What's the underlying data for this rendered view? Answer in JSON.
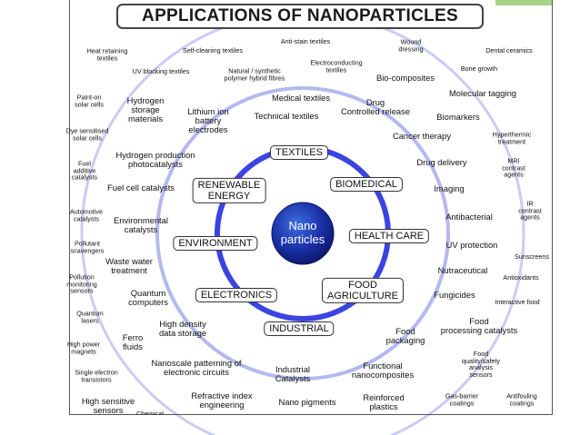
{
  "title": "APPLICATIONS OF NANOPARTICLES",
  "center": {
    "line1": "Nano",
    "line2": "particles"
  },
  "categories": {
    "textiles": "TEXTILES",
    "renewable1": "RENEWABLE",
    "renewable2": "ENERGY",
    "biomedical": "BIOMEDICAL",
    "environment": "ENVIRONMENT",
    "health_care": "HEALTH CARE",
    "electronics": "ELECTRONICS",
    "food1": "FOOD",
    "food2": "AGRICULTURE",
    "industrial": "INDUSTRIAL"
  },
  "applications": {
    "heat_retaining_1": "Heat retaining",
    "heat_retaining_2": "textiles",
    "self_cleaning": "Self-cleaning textiles",
    "anti_stain": "Anti-stain textiles",
    "wound_1": "Wound",
    "wound_2": "dressing",
    "dental": "Dental ceramics",
    "uv_blocking": "UV blocking textiles",
    "natural_1": "Natural / synthetic",
    "natural_2": "polymer hybrid fibres",
    "electroconducting_1": "Electroconducting",
    "electroconducting_2": "textiles",
    "bio_composites": "Bio-composites",
    "bone_growth": "Bone growth",
    "paint_1": "Paint-on",
    "paint_2": "solar cells",
    "hydrogen_1": "Hydrogen",
    "hydrogen_2": "storage",
    "hydrogen_3": "materials",
    "medical_textiles": "Medical textiles",
    "drug_1": "Drug",
    "drug_2": "Controlled release",
    "molecular": "Molecular tagging",
    "lithium_1": "Lithium ion",
    "lithium_2": "battery",
    "lithium_3": "electrodes",
    "technical_textiles": "Technical textiles",
    "biomarkers": "Biomarkers",
    "dye_1": "Dye sensitised",
    "dye_2": "solar cells",
    "cancer": "Cancer therapy",
    "hyper_1": "Hyperthermic",
    "hyper_2": "treatment",
    "fuel_additive_1": "Fuel",
    "fuel_additive_2": "additive",
    "fuel_additive_3": "catalysts",
    "h2prod_1": "Hydrogen production",
    "h2prod_2": "photocatalysts",
    "drug_delivery": "Drug delivery",
    "mri_1": "MRI",
    "mri_2": "contrast",
    "mri_3": "agents",
    "fuel_cell": "Fuel cell catalysts",
    "imaging": "Imaging",
    "automotive_1": "Automotive",
    "automotive_2": "catalysts",
    "env_cat_1": "Environmental",
    "env_cat_2": "catalysts",
    "antibacterial": "Antibacterial",
    "ir_1": "IR",
    "ir_2": "contrast",
    "ir_3": "agents",
    "pollutant_1": "Pollutant",
    "pollutant_2": "scavengers",
    "uv_protection": "UV protection",
    "sunscreens": "Sunscreens",
    "waste_1": "Waste water",
    "waste_2": "treatment",
    "nutraceutical": "Nutraceutical",
    "pollution_1": "Pollution",
    "pollution_2": "monitoring",
    "pollution_3": "sensors",
    "antioxidants": "Antioxidants",
    "quantum_comp_1": "Quantum",
    "quantum_comp_2": "computers",
    "fungicides": "Fungicides",
    "interactive_food": "Interactive food",
    "quantum_lasers_1": "Quantum",
    "quantum_lasers_2": "lasers",
    "high_density_1": "High density",
    "high_density_2": "data storage",
    "food_pack_1": "Food",
    "food_pack_2": "packaging",
    "food_proc_1": "Food",
    "food_proc_2": "processing catalysts",
    "ferro_1": "Ferro",
    "ferro_2": "fluids",
    "high_power_1": "High power",
    "high_power_2": "magnets",
    "food_quality_1": "Food",
    "food_quality_2": "quality/safety",
    "food_quality_3": "analysis",
    "food_quality_4": "sensors",
    "nanoscale_1": "Nanoscale patterning of",
    "nanoscale_2": "electronic circuits",
    "industrial_cat_1": "Industrial",
    "industrial_cat_2": "Catalysts",
    "functional_1": "Functional",
    "functional_2": "nanocomposites",
    "single_electron_1": "Single electron",
    "single_electron_2": "transistors",
    "refractive_1": "Refractive index",
    "refractive_2": "engineering",
    "nano_pigments": "Nano pigments",
    "reinforced_1": "Reinforced",
    "reinforced_2": "plastics",
    "gas_barrier_1": "Gas-barrier",
    "gas_barrier_2": "coatings",
    "antifouling_1": "Antifouling",
    "antifouling_2": "coatings",
    "high_sensitive_1": "High sensitive",
    "high_sensitive_2": "sensors",
    "chemical": "Chemical"
  },
  "colors": {
    "ring_outer": "#c9cdf3",
    "ring_middle": "#b3b9f0",
    "ring_inner": "#3b44e0",
    "center": "#1a2fa6",
    "frame": "#555555"
  }
}
